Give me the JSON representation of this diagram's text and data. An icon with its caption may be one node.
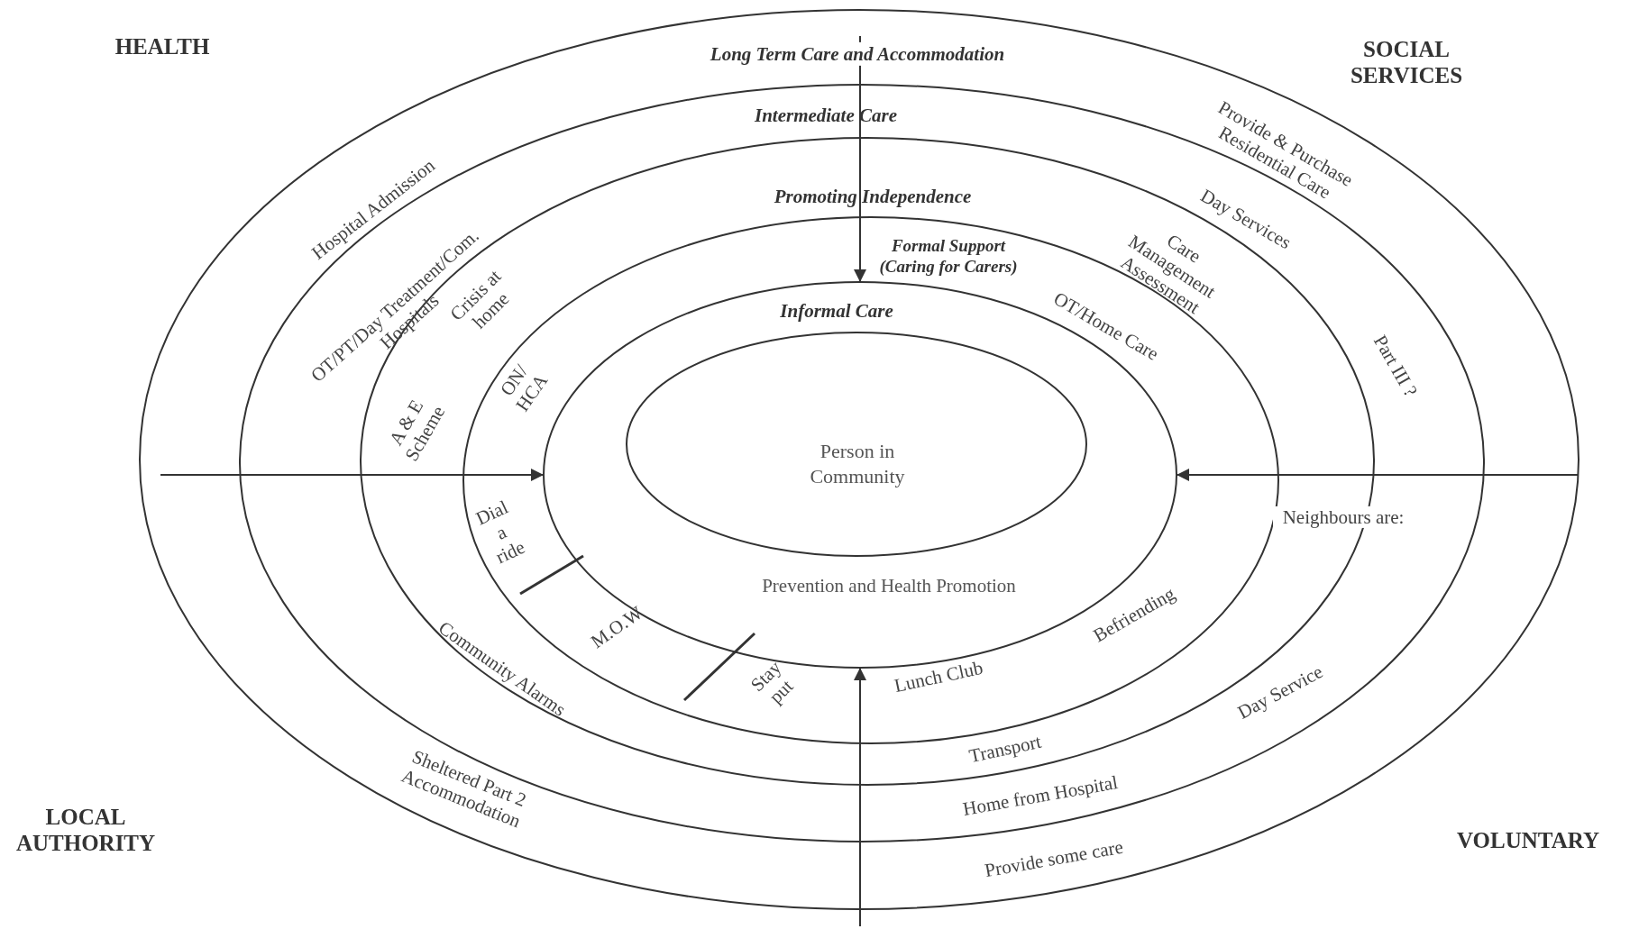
{
  "diagram": {
    "nodes": [
      {
        "text": [
          "Long Term Care and Accommodation"
        ]
      },
      {
        "text": [
          "Intermediate Care"
        ],
        "in": 0
      },
      {
        "text": [
          "Promoting Independence"
        ],
        "in": 1
      },
      {
        "text": [
          "Formal Support (Caring for Carers)"
        ],
        "in": 2
      },
      {
        "text": [
          "Informal Care",
          "Prevention and Health Promotion"
        ],
        "in": 3
      },
      {
        "text": [
          "Person in Community"
        ],
        "in": 4
      }
    ],
    "edges": [
      {
        "from": null,
        "to": 4,
        "arrow": "to"
      },
      {
        "from": null,
        "to": 4,
        "arrow": "to"
      },
      {
        "from": null,
        "to": 4,
        "arrow": "to"
      },
      {
        "from": null,
        "to": 4,
        "arrow": "to"
      }
    ],
    "labels": [
      "HEALTH",
      "SOCIAL SERVICES",
      "Provide & Purchase Residential Care",
      "Hospital Admission",
      "Day Services",
      "OT/PT/Day Treatment/Com. Hospitals",
      "Care Management Assessment",
      "Crisis at home",
      "OT/Home Care",
      "ON/ HCA",
      "Part III ?",
      "A & E Scheme",
      "Neighbours are:",
      "Dial a ride",
      "Befriending",
      "M.O.W",
      "Lunch Club",
      "Community Alarms",
      "Stay put",
      "Day Service",
      "Transport",
      "Sheltered Part 2 Accommodation",
      "Home from Hospital",
      "LOCAL AUTHORITY",
      "Provide some care",
      "VOLUNTARY"
    ]
  }
}
